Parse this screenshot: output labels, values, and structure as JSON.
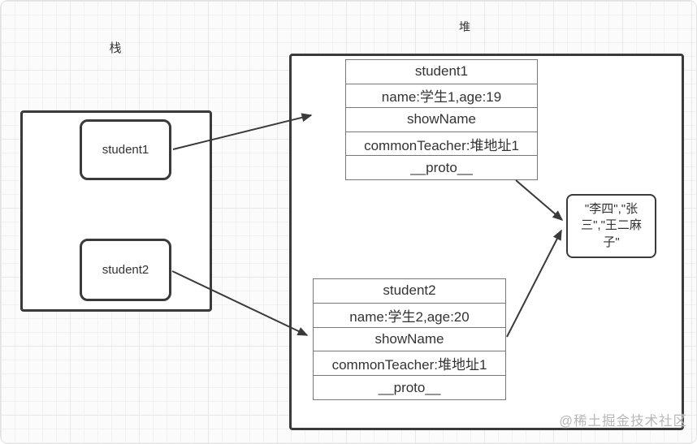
{
  "diagram": {
    "stack": {
      "label": "栈",
      "vars": [
        {
          "label": "student1"
        },
        {
          "label": "student2"
        }
      ]
    },
    "heap": {
      "label": "堆",
      "objects": [
        {
          "rows": [
            "student1",
            "name:学生1,age:19",
            "showName",
            "commonTeacher:堆地址1",
            "__proto__"
          ]
        },
        {
          "rows": [
            "student2",
            "name:学生2,age:20",
            "showName",
            "commonTeacher:堆地址1",
            "__proto__"
          ]
        }
      ],
      "shared_array": "\"李四\",\"张三\",\"王二麻子\""
    },
    "watermark": "@稀土掘金技术社区",
    "colors": {
      "line": "#3a3a3a",
      "table_border": "#777777",
      "text": "#333333",
      "watermark": "#b7b7b7",
      "grid": "#e8e8e8"
    }
  }
}
